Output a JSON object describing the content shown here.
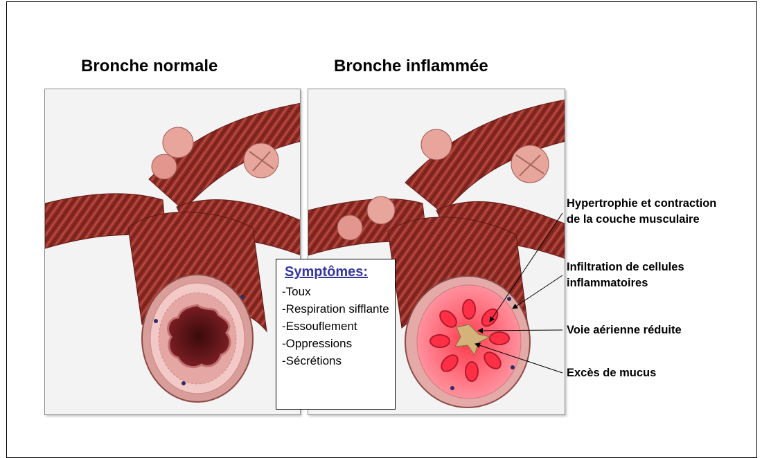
{
  "titles": {
    "normal": "Bronche normale",
    "inflamed": "Bronche inflammée"
  },
  "symptoms": {
    "title": "Symptômes:",
    "items": [
      "-Toux",
      "-Respiration sifflante",
      "-Essouflement",
      "-Oppressions",
      "-Sécrétions"
    ]
  },
  "labels": {
    "muscle": "Hypertrophie et contraction de la couche musculaire",
    "infiltration": "Infiltration de cellules inflammatoires",
    "airway": "Voie aérienne réduite",
    "mucus": "Excès de mucus"
  },
  "colors": {
    "muscle": "#8b2a24",
    "tissue": "#e6b0ad",
    "inflamed_tissue": "#f03d5a",
    "symptoms_title": "#3535a0",
    "mucus": "#d4b37a"
  }
}
